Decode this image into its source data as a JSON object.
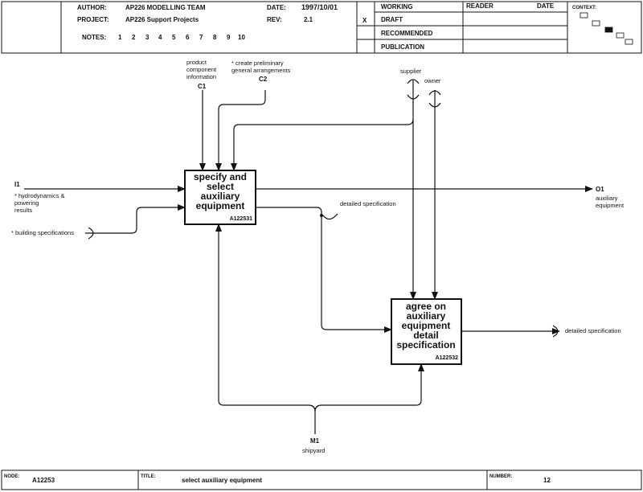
{
  "header": {
    "author_label": "AUTHOR:",
    "author_value": "AP226  MODELLING TEAM",
    "project_label": "PROJECT:",
    "project_value": "AP226 Support Projects",
    "notes_label": "NOTES:",
    "notes": [
      "1",
      "2",
      "3",
      "4",
      "5",
      "6",
      "7",
      "8",
      "9",
      "10"
    ],
    "date_label": "DATE:",
    "date_value": "1997/10/01",
    "rev_label": "REV:",
    "rev_value": "2.1",
    "status_mark": "X",
    "status": [
      "WORKING",
      "DRAFT",
      "RECOMMENDED",
      "PUBLICATION"
    ],
    "reader_label": "READER",
    "reader_date_label": "DATE",
    "context_label": "CONTEXT:"
  },
  "activities": [
    {
      "title_lines": [
        "specify and",
        "select",
        "auxiliary",
        "equipment"
      ],
      "node": "A122531"
    },
    {
      "title_lines": [
        "agree on",
        "auxiliary",
        "equipment",
        "detail",
        "specification"
      ],
      "node": "A122532"
    }
  ],
  "arrows": {
    "i1_code": "I1",
    "i1_lines": [
      "* hydrodynamics &",
      "powering",
      "results"
    ],
    "building_spec": "* building specifications",
    "c1_lines": [
      "product",
      "component",
      "information"
    ],
    "c1_code": "C1",
    "c2_lines": [
      "* create preliminary",
      "general arrangements"
    ],
    "c2_code": "C2",
    "supplier": "supplier",
    "owner": "owner",
    "o1_code": "O1",
    "o1_lines": [
      "auxiliary",
      "equipment"
    ],
    "detailed_spec_mid": "detailed specification",
    "detailed_spec_out": "detailed specification",
    "m1_code": "M1",
    "m1_label": "shipyard"
  },
  "footer": {
    "node_label": "NODE:",
    "node_value": "A12253",
    "title_label": "TITLE:",
    "title_value": "select auxiliary equipment",
    "number_label": "NUMBER:",
    "number_value": "12"
  }
}
